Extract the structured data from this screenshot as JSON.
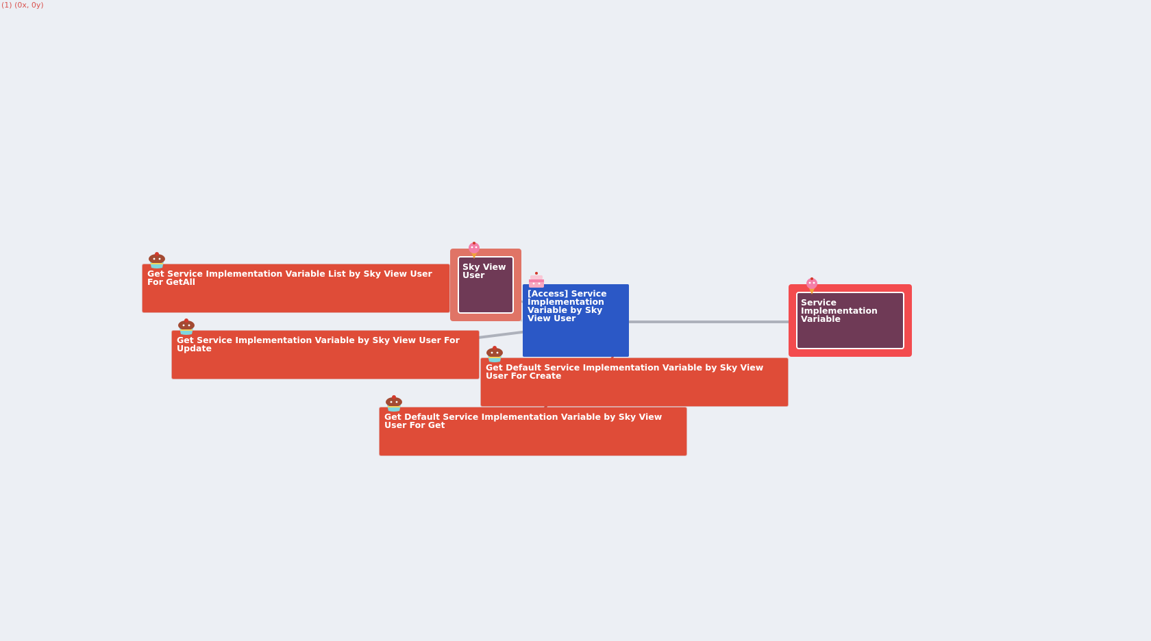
{
  "coordinate_readout": "(1) (0x, 0y)",
  "colors": {
    "background": "#ECEFF4",
    "red_node": "#DF4C38",
    "blue_node": "#2B58C6",
    "frame_light": "#E07466",
    "frame_bright": "#F34B4E",
    "entity_fill": "#6F3A56",
    "edge": "#9EA2AD"
  },
  "nodes": {
    "sky_view_user": {
      "label": "Sky View User",
      "icon": "ice-cream-icon"
    },
    "access_node": {
      "label": "[Access] Service Implementation Variable by Sky View User",
      "icon": "cake-icon"
    },
    "service_impl_variable": {
      "label": "Service Implementation Variable",
      "icon": "ice-cream-icon"
    },
    "get_all": {
      "label": "Get Service Implementation Variable List by Sky View User For GetAll",
      "icon": "cupcake-icon"
    },
    "get_update": {
      "label": "Get Service Implementation Variable by Sky View User For Update",
      "icon": "cupcake-icon"
    },
    "get_default_create": {
      "label": "Get Default Service Implementation Variable by Sky View User For Create",
      "icon": "cupcake-icon"
    },
    "get_default_get": {
      "label": "Get Default Service Implementation Variable by Sky View User For Get",
      "icon": "cupcake-icon"
    }
  }
}
